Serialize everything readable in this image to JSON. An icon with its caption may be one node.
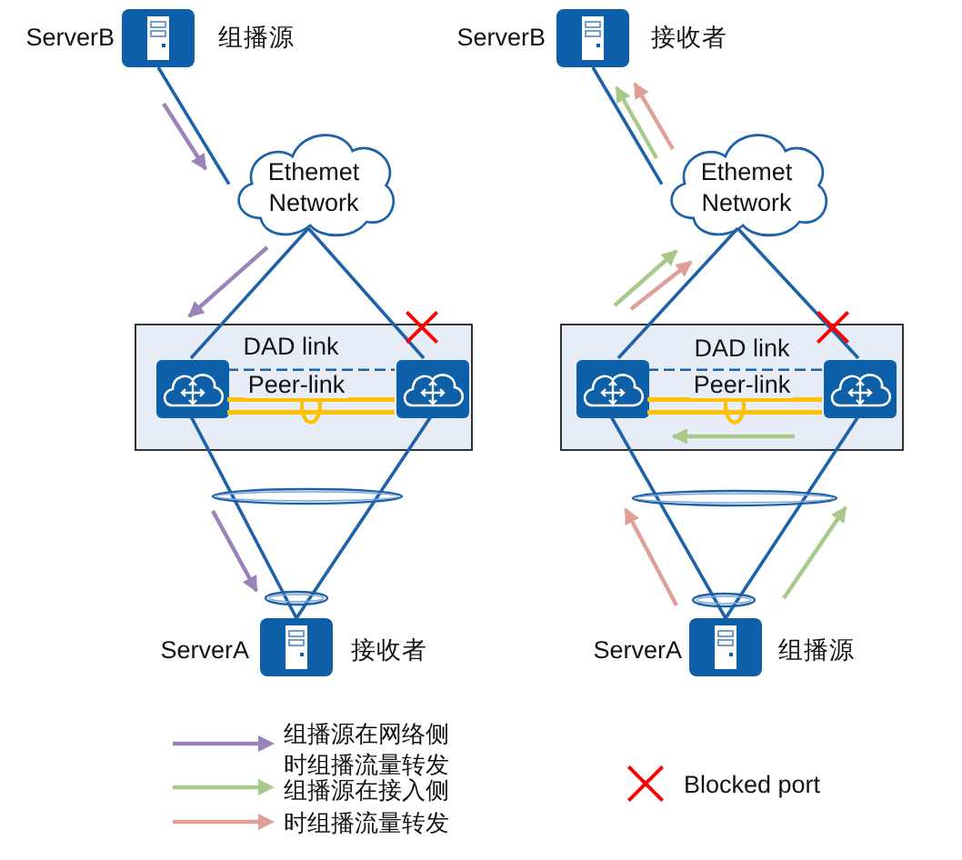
{
  "diagram": {
    "nodes": [
      {
        "text": [],
        "shape": "server",
        "beside": [
          "ServerB",
          "组播源"
        ]
      },
      {
        "text": [
          "Ethemet Network"
        ]
      },
      {
        "text": [],
        "shape": "box"
      },
      {
        "text": [],
        "shape": "switch",
        "in": 2
      },
      {
        "text": [],
        "shape": "switch",
        "in": 2
      },
      {
        "text": [],
        "shape": "server",
        "beside": [
          "ServerA",
          "接收者"
        ]
      },
      {
        "text": [],
        "shape": "server",
        "beside": [
          "ServerB",
          "接收者"
        ]
      },
      {
        "text": [
          "Ethemet Network"
        ]
      },
      {
        "text": [],
        "shape": "box"
      },
      {
        "text": [],
        "shape": "switch",
        "in": 8
      },
      {
        "text": [],
        "shape": "switch",
        "in": 8
      },
      {
        "text": [],
        "shape": "server",
        "beside": [
          "ServerA",
          "组播源"
        ]
      }
    ],
    "edges": [
      {
        "from": 0,
        "to": 1,
        "arrow": "none"
      },
      {
        "from": 1,
        "to": 3,
        "arrow": "none"
      },
      {
        "from": 1,
        "to": 4,
        "arrow": "none"
      },
      {
        "from": 3,
        "to": 4,
        "arrow": "none",
        "label": "DAD link",
        "style": "dashed"
      },
      {
        "from": 3,
        "to": 4,
        "arrow": "none",
        "label": "Peer-link",
        "color": "#ffc000"
      },
      {
        "from": 3,
        "to": 5,
        "arrow": "none"
      },
      {
        "from": 4,
        "to": 5,
        "arrow": "none"
      },
      {
        "from": 6,
        "to": 7,
        "arrow": "none"
      },
      {
        "from": 7,
        "to": 9,
        "arrow": "none"
      },
      {
        "from": 7,
        "to": 10,
        "arrow": "none"
      },
      {
        "from": 9,
        "to": 10,
        "arrow": "none",
        "label": "DAD link",
        "style": "dashed"
      },
      {
        "from": 9,
        "to": 10,
        "arrow": "none",
        "label": "Peer-link",
        "color": "#ffc000"
      },
      {
        "from": 9,
        "to": 11,
        "arrow": "none"
      },
      {
        "from": 10,
        "to": 11,
        "arrow": "none"
      }
    ],
    "legend": [
      {
        "text": "组播源在网络侧时组播流量转发",
        "color": "#9b82b8"
      },
      {
        "text": "组播源在接入侧",
        "color": "#a9c98a"
      },
      {
        "text": "时组播流量转发",
        "color": "#e0a09a"
      },
      {
        "text": "Blocked port",
        "color": "#ff0000"
      }
    ]
  }
}
